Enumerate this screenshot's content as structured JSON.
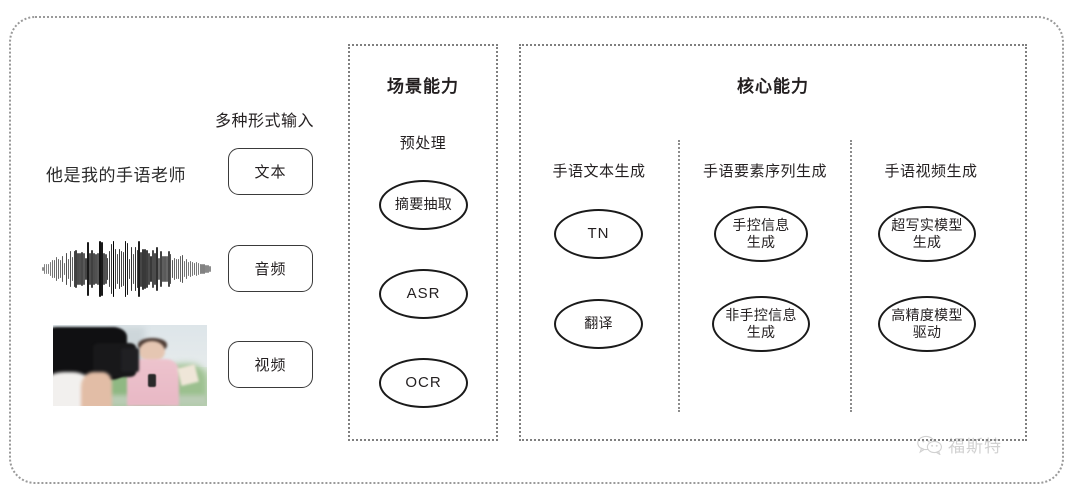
{
  "diagram": {
    "input_section": {
      "heading": "多种形式输入",
      "sample_sentence": "他是我的手语老师",
      "modalities": [
        {
          "label": "文本",
          "media": "text"
        },
        {
          "label": "音频",
          "media": "waveform"
        },
        {
          "label": "视频",
          "media": "video-thumbnail"
        }
      ]
    },
    "scene_section": {
      "title": "场景能力",
      "subtitle": "预处理",
      "nodes": [
        {
          "label": "摘要抽取"
        },
        {
          "label": "ASR"
        },
        {
          "label": "OCR"
        }
      ]
    },
    "core_section": {
      "title": "核心能力",
      "columns": [
        {
          "label": "手语文本生成",
          "nodes": [
            {
              "label": "TN"
            },
            {
              "label": "翻译"
            }
          ]
        },
        {
          "label": "手语要素序列生成",
          "nodes": [
            {
              "label": "手控信息\n生成",
              "line1": "手控信息",
              "line2": "生成"
            },
            {
              "label": "非手控信息\n生成",
              "line1": "非手控信息",
              "line2": "生成"
            }
          ]
        },
        {
          "label": "手语视频生成",
          "nodes": [
            {
              "label": "超写实模型\n生成",
              "line1": "超写实模型",
              "line2": "生成"
            },
            {
              "label": "高精度模型\n驱动",
              "line1": "高精度模型",
              "line2": "驱动"
            }
          ]
        }
      ]
    },
    "watermark": {
      "text": "福斯特",
      "icon": "wechat-icon"
    },
    "colors": {
      "border_dotted": "#7f7f7f",
      "outline": "#1a1a1a",
      "text": "#231f20",
      "watermark": "#9b9b9b",
      "background": "#ffffff"
    }
  }
}
